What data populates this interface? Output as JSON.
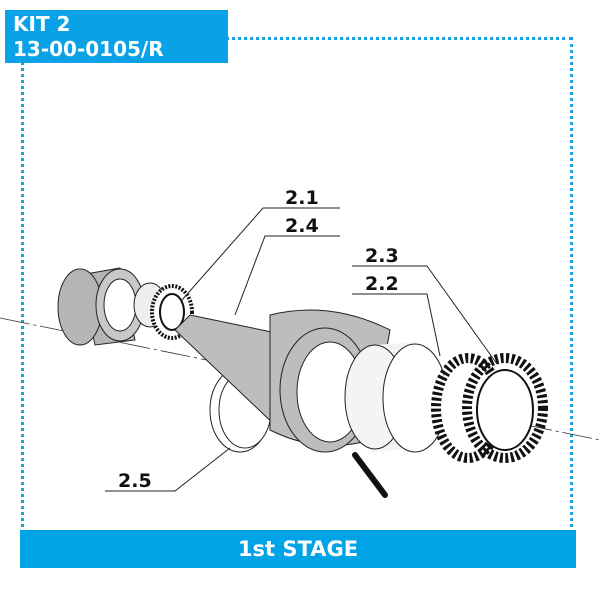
{
  "header": {
    "kit": "KIT 2",
    "part_number": "13-00-0105/R"
  },
  "footer": {
    "stage": "1st STAGE"
  },
  "callouts": [
    "2.1",
    "2.4",
    "2.3",
    "2.2",
    "2.5"
  ],
  "colors": {
    "accent": "#00a3e6",
    "part_fill": "#bdbdbd"
  }
}
